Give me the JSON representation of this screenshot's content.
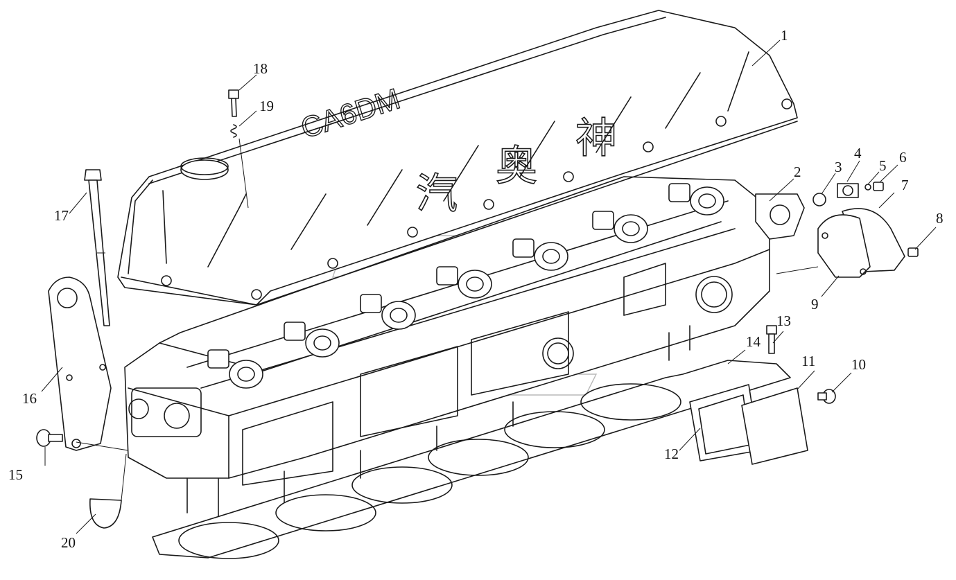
{
  "diagram": {
    "type": "exploded parts diagram",
    "cover_text_cn": [
      "汽",
      "奥",
      "神"
    ],
    "cover_text_latin": "CA6DM",
    "callouts": [
      {
        "label": "1"
      },
      {
        "label": "2"
      },
      {
        "label": "3"
      },
      {
        "label": "4"
      },
      {
        "label": "5"
      },
      {
        "label": "6"
      },
      {
        "label": "7"
      },
      {
        "label": "8"
      },
      {
        "label": "9"
      },
      {
        "label": "10"
      },
      {
        "label": "11"
      },
      {
        "label": "12"
      },
      {
        "label": "13"
      },
      {
        "label": "14"
      },
      {
        "label": "15"
      },
      {
        "label": "16"
      },
      {
        "label": "17"
      },
      {
        "label": "18"
      },
      {
        "label": "19"
      },
      {
        "label": "20"
      }
    ],
    "line_color": "#1a1a1a",
    "watermark_color": "#b9b9b9"
  }
}
